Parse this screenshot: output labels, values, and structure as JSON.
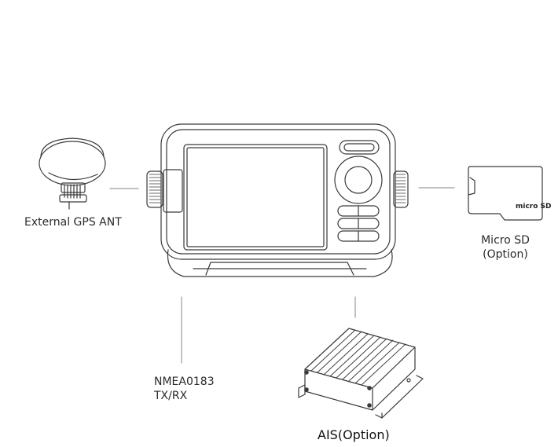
{
  "labels": {
    "gps_antenna": "External GPS ANT",
    "micro_sd_line1": "Micro SD",
    "micro_sd_line2": "(Option)",
    "nmea_line1": "NMEA0183",
    "nmea_line2": "TX/RX",
    "ais": "AIS(Option)"
  },
  "sd_card_logo": "micro SD",
  "colors": {
    "stroke": "#3a3a3a",
    "connector": "#9a9a9a"
  }
}
